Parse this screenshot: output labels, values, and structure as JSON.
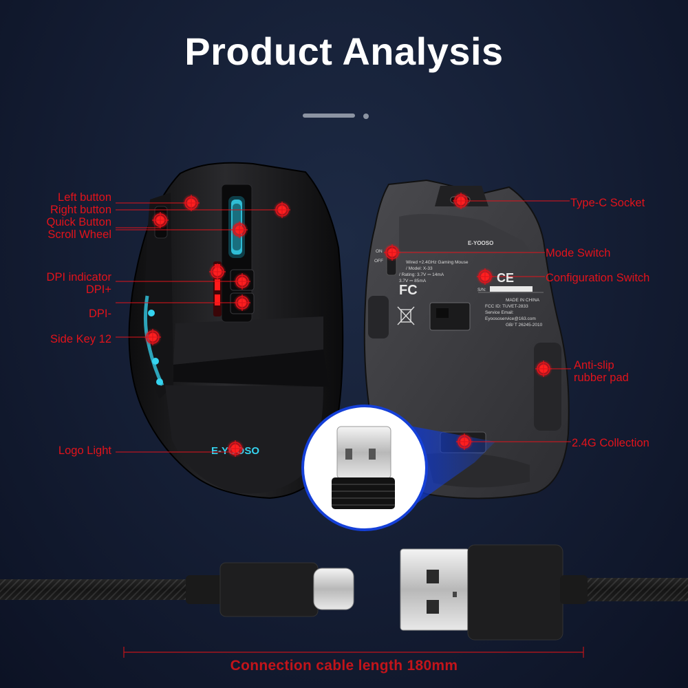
{
  "page": {
    "title": "Product Analysis",
    "cable_caption": "Connection cable length 180mm"
  },
  "left_labels": [
    {
      "id": "left-button",
      "text": "Left button"
    },
    {
      "id": "right-button",
      "text": "Right button"
    },
    {
      "id": "quick-button",
      "text": "Quick Button"
    },
    {
      "id": "scroll-wheel",
      "text": "Scroll Wheel"
    },
    {
      "id": "dpi-indicator",
      "text": "DPI indicator"
    },
    {
      "id": "dpi-plus",
      "text": "DPI+"
    },
    {
      "id": "dpi-minus",
      "text": "DPI-"
    },
    {
      "id": "side-key",
      "text": "Side Key 12"
    },
    {
      "id": "logo-light",
      "text": "Logo Light"
    }
  ],
  "right_labels": [
    {
      "id": "type-c-socket",
      "text": "Type-C Socket"
    },
    {
      "id": "mode-switch",
      "text": "Mode Switch"
    },
    {
      "id": "configuration-switch",
      "text": "Configuration Switch"
    },
    {
      "id": "anti-slip-1",
      "text": "Anti-slip"
    },
    {
      "id": "anti-slip-2",
      "text": "rubber pad"
    },
    {
      "id": "collection",
      "text": "2.4G Collection"
    }
  ],
  "mouse_logo": "E-YOOSO",
  "sticker": {
    "brand": "E-YOOSO",
    "category": "Wired +2.4GHz Gaming Mouse",
    "model": "/ Model: X-33",
    "rating": "/ Rating: 3.7V ⎓ 14mA",
    "battery": "3.7V ⎓ 85mA",
    "sn": "S/N:",
    "made": "MADE IN CHINA",
    "fcc_id": "FCC ID: TUVET-2833",
    "service": "Service Email:",
    "email": "Eyoososervice@163.com",
    "gb": "GB/ T 26245-2010",
    "switch_on": "ON",
    "switch_off": "OFF",
    "fcc_mark": "FC",
    "ce_mark": "CE"
  },
  "colors": {
    "accent_red": "#e2131b",
    "caption_red": "#c3141a",
    "mouse_body": "#1a1a1c",
    "led_cyan": "#35d4f0",
    "led_red": "#ff1a1a"
  }
}
